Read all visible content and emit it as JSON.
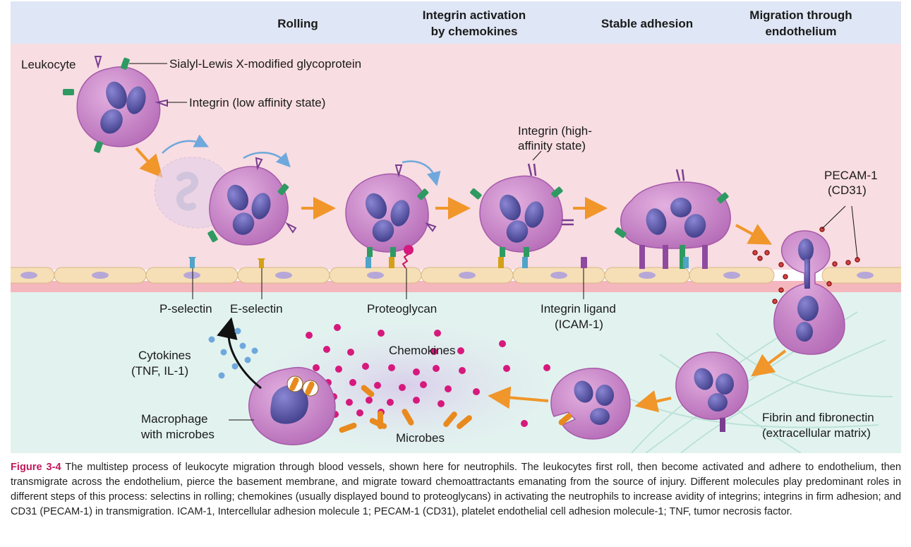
{
  "headers": {
    "rolling": "Rolling",
    "integrin_activation_1": "Integrin activation",
    "integrin_activation_2": "by chemokines",
    "stable_adhesion": "Stable adhesion",
    "migration_1": "Migration through",
    "migration_2": "endothelium"
  },
  "labels": {
    "leukocyte": "Leukocyte",
    "sialyl": "Sialyl-Lewis X-modified glycoprotein",
    "integrin_low": "Integrin (low affinity state)",
    "integrin_high_1": "Integrin (high-",
    "integrin_high_2": "affinity state)",
    "pecam_1": "PECAM-1",
    "pecam_2": "(CD31)",
    "p_selectin": "P-selectin",
    "e_selectin": "E-selectin",
    "proteoglycan": "Proteoglycan",
    "integrin_ligand_1": "Integrin ligand",
    "integrin_ligand_2": "(ICAM-1)",
    "cytokines_1": "Cytokines",
    "cytokines_2": "(TNF, IL-1)",
    "chemokines": "Chemokines",
    "macrophage_1": "Macrophage",
    "macrophage_2": "with microbes",
    "microbes": "Microbes",
    "fibrin_1": "Fibrin and fibronectin",
    "fibrin_2": "(extracellular matrix)"
  },
  "caption": {
    "figure_number": "Figure 3-4",
    "text": "The multistep process of leukocyte migration through blood vessels, shown here for neutrophils. The leukocytes first roll, then become activated and adhere to endothelium, then transmigrate across the endothelium, pierce the basement membrane, and migrate toward chemoattractants emanating from the source of injury. Different molecules play predominant roles in different steps of this process: selectins in rolling; chemokines (usually displayed bound to proteoglycans) in activating the neutrophils to increase avidity of integrins; integrins in firm adhesion; and CD31 (PECAM-1) in transmigration. ICAM-1, Intercellular adhesion molecule 1; PECAM-1 (CD31), platelet endothelial cell adhesion molecule-1; TNF, tumor necrosis factor."
  },
  "colors": {
    "header_band": "#dfe6f5",
    "lumen": "#f8dde2",
    "tissue": "#e2f3ef",
    "endothelium": "#f6dfb6",
    "cell_body": "#c986c9",
    "nucleus": "#5b5aa8",
    "arrow": "#f0962a",
    "selectin_green": "#2e9a62",
    "chemokine": "#d6197c",
    "microbe": "#e88a1d",
    "integrin_purple": "#7a3d8f",
    "caption_accent": "#c2185b"
  }
}
